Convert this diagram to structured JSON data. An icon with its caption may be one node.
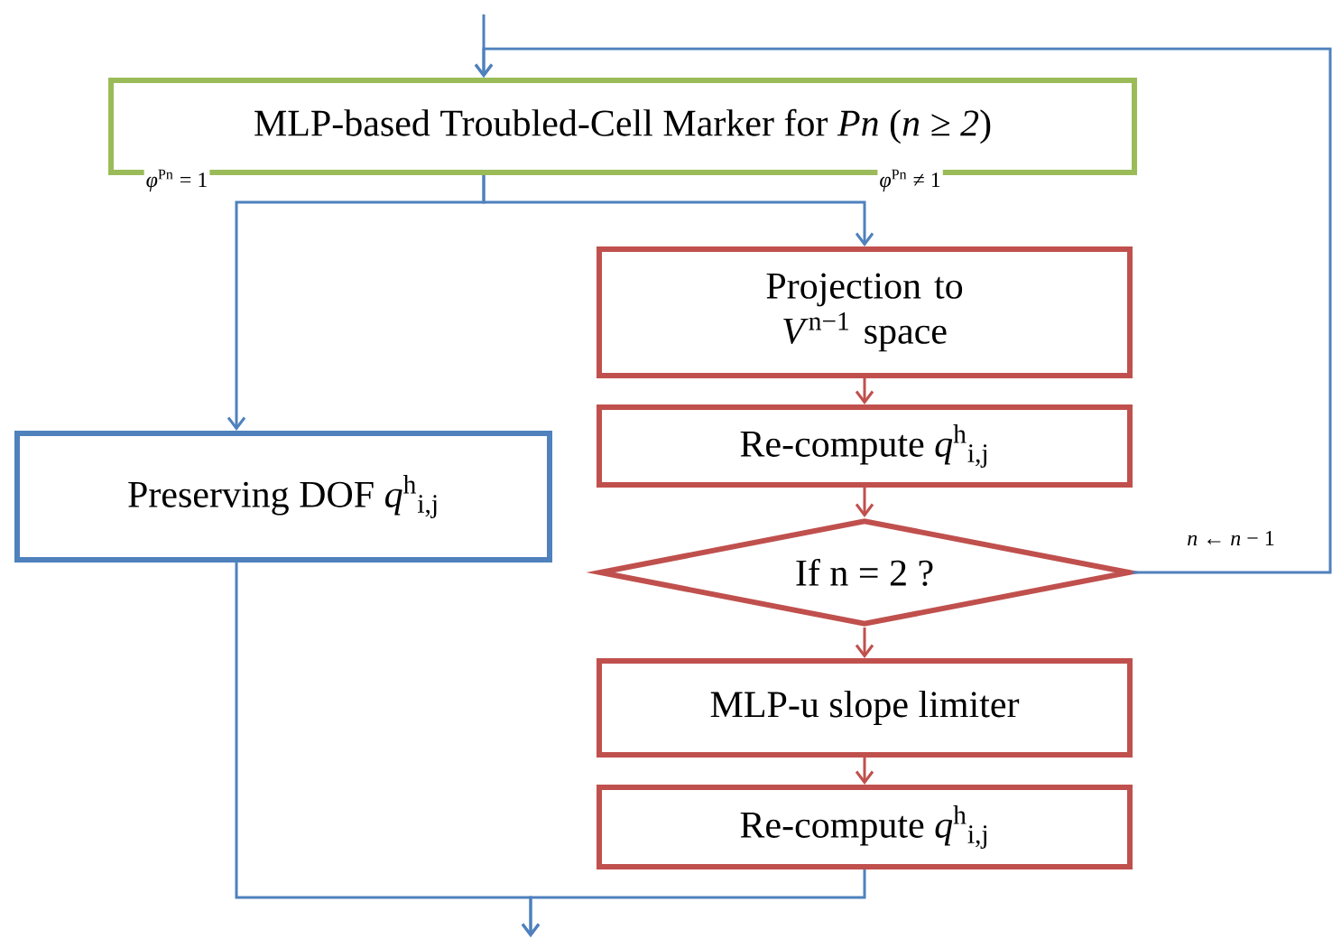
{
  "diagram": {
    "nodes": [
      {
        "text": [
          "MLP-based Troubled-Cell Marker for *Pn* (*n ≥ 2*)"
        ]
      },
      {
        "text": [
          "Preserving DOF *q*$^{h}$$_{i,j}$"
        ]
      },
      {
        "text": [
          "Projection to *V*$^{n−1}$ space"
        ]
      },
      {
        "text": [
          "Re-compute *q*$^{h}$$_{i,j}$"
        ]
      },
      {
        "text": [
          "If n = 2 ?"
        ]
      },
      {
        "text": [
          "MLP-u slope limiter"
        ]
      },
      {
        "text": [
          "Re-compute *q*$^{h}$$_{i,j}$"
        ]
      }
    ],
    "edges": [
      {
        "from": null,
        "to": 0,
        "arrow": "to"
      },
      {
        "from": 0,
        "to": 1,
        "arrow": "to",
        "label": "*φ*$^{Pn}$ = 1"
      },
      {
        "from": 0,
        "to": 2,
        "arrow": "to",
        "label": "*φ*$^{Pn}$ ≠ 1"
      },
      {
        "from": 2,
        "to": 3,
        "arrow": "to",
        "color": "#c0504d"
      },
      {
        "from": 3,
        "to": 4,
        "arrow": "to",
        "color": "#c0504d"
      },
      {
        "from": 4,
        "to": 5,
        "arrow": "to",
        "color": "#c0504d"
      },
      {
        "from": 5,
        "to": 6,
        "arrow": "to",
        "color": "#c0504d"
      },
      {
        "from": 4,
        "to": 0,
        "arrow": "to",
        "label": "*n* ← *n* − 1"
      },
      {
        "from": 1,
        "to": null,
        "arrow": "to"
      },
      {
        "from": 6,
        "to": null,
        "arrow": "to"
      }
    ]
  }
}
